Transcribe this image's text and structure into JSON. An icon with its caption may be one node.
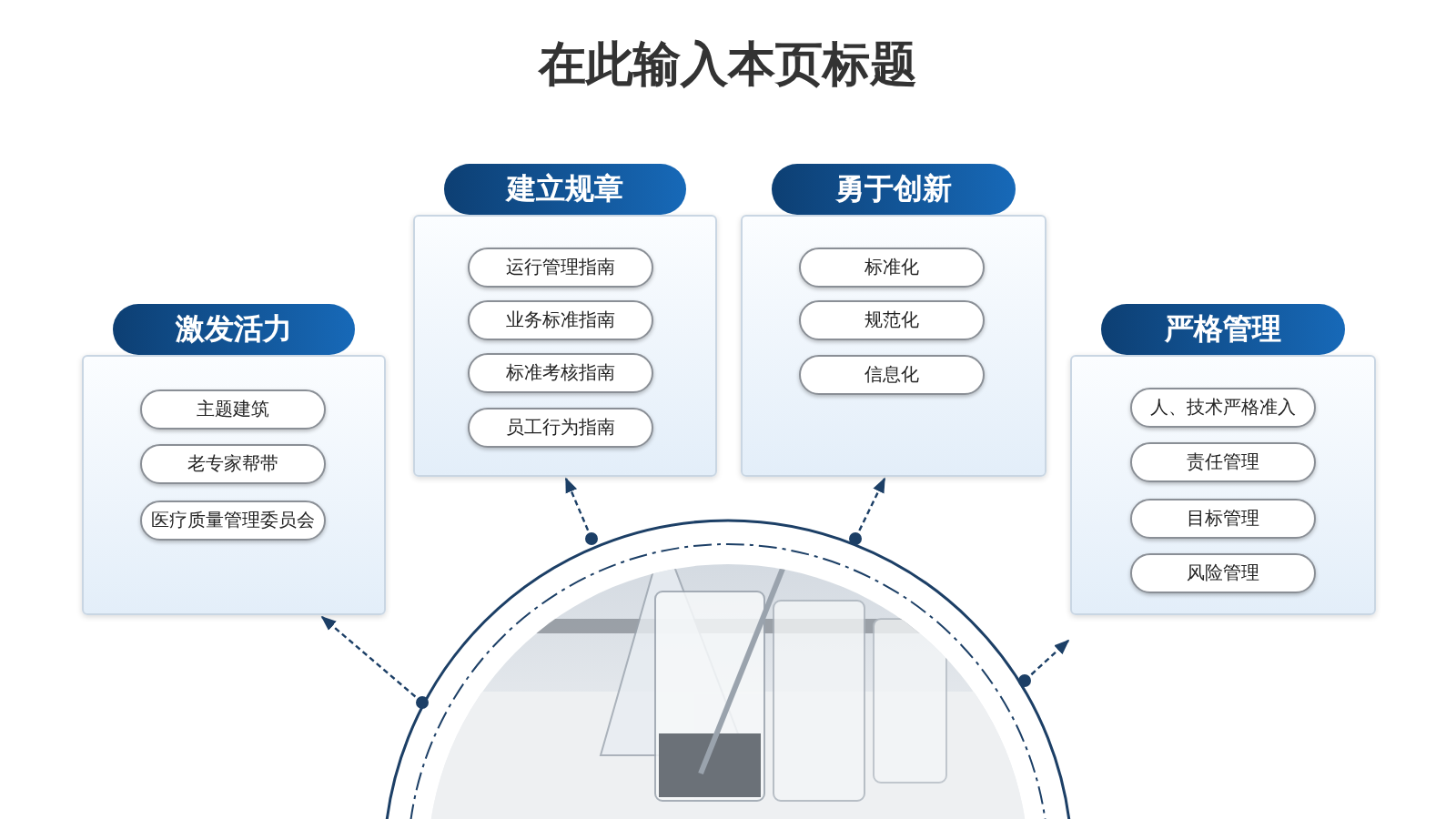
{
  "diagram": {
    "title": "在此输入本页标题",
    "nodes": [
      {
        "text": [
          "激发活力"
        ]
      },
      {
        "text": [
          "主题建筑"
        ],
        "in": 0
      },
      {
        "text": [
          "老专家帮带"
        ],
        "in": 0
      },
      {
        "text": [
          "医疗质量管理委员会"
        ],
        "in": 0
      },
      {
        "text": [
          "建立规章"
        ]
      },
      {
        "text": [
          "运行管理指南"
        ],
        "in": 4
      },
      {
        "text": [
          "业务标准指南"
        ],
        "in": 4
      },
      {
        "text": [
          "标准考核指南"
        ],
        "in": 4
      },
      {
        "text": [
          "员工行为指南"
        ],
        "in": 4
      },
      {
        "text": [
          "勇于创新"
        ]
      },
      {
        "text": [
          "标准化"
        ],
        "in": 9
      },
      {
        "text": [
          "规范化"
        ],
        "in": 9
      },
      {
        "text": [
          "信息化"
        ],
        "in": 9
      },
      {
        "text": [
          "严格管理"
        ]
      },
      {
        "text": [
          "人、技术严格准入"
        ],
        "in": 13
      },
      {
        "text": [
          "责任管理"
        ],
        "in": 13
      },
      {
        "text": [
          "目标管理"
        ],
        "in": 13
      },
      {
        "text": [
          "风险管理"
        ],
        "in": 13
      },
      {
        "text": [],
        "shape": "picture"
      }
    ],
    "edges": [
      {
        "from": 18,
        "to": 0,
        "arrow": "to",
        "style": "dashed"
      },
      {
        "from": 18,
        "to": 4,
        "arrow": "to",
        "style": "dashed"
      },
      {
        "from": 18,
        "to": 9,
        "arrow": "to",
        "style": "dashed"
      },
      {
        "from": 18,
        "to": 13,
        "arrow": "to",
        "style": "dashed"
      }
    ]
  }
}
